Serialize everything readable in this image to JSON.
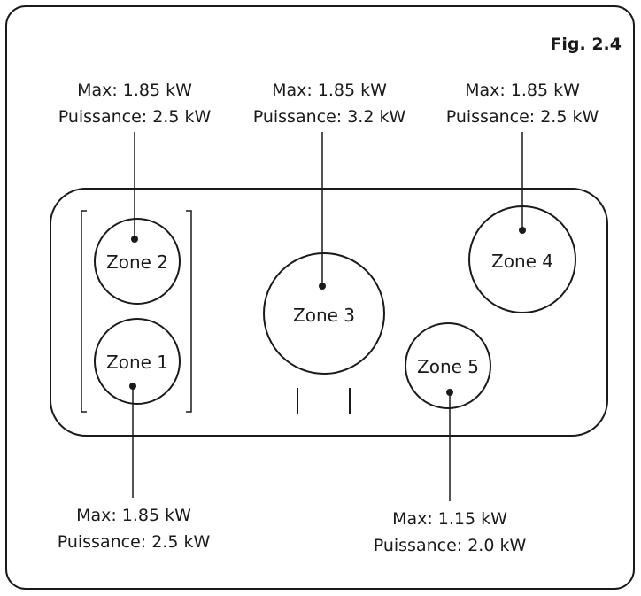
{
  "figure_label": "Fig. 2.4",
  "zones": [
    {
      "name": "Zone 1",
      "max": "Max: 1.85 kW",
      "power": "Puissance: 2.5 kW"
    },
    {
      "name": "Zone 2",
      "max": "Max: 1.85 kW",
      "power": "Puissance: 2.5 kW"
    },
    {
      "name": "Zone 3",
      "max": "Max: 1.85 kW",
      "power": "Puissance: 3.2 kW"
    },
    {
      "name": "Zone 4",
      "max": "Max: 1.85 kW",
      "power": "Puissance: 2.5 kW"
    },
    {
      "name": "Zone 5",
      "max": "Max: 1.15 kW",
      "power": "Puissance: 2.0 kW"
    }
  ]
}
